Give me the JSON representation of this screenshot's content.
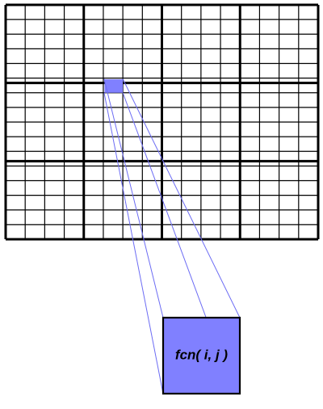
{
  "grid": {
    "rows": 16,
    "cols": 16,
    "block_rows": 3,
    "block_cols": 4,
    "highlighted_cell": {
      "row": 5,
      "col": 5
    }
  },
  "detail": {
    "label": "fcn( i, j )"
  },
  "colors": {
    "grid_line": "#000000",
    "highlight_fill": "#8080ff",
    "projection_line": "#6c6cf4",
    "detail_fill": "#8080ff",
    "detail_border": "#000000",
    "label_text": "#000000"
  }
}
